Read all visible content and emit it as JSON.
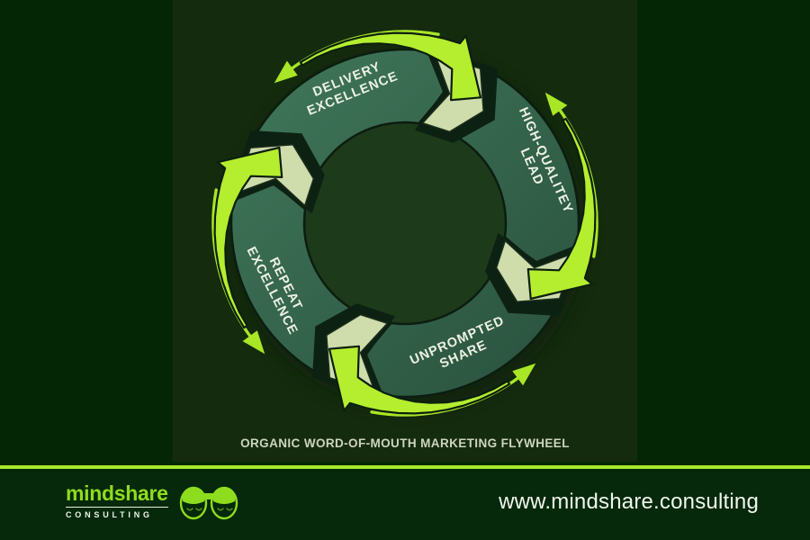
{
  "artwork": {
    "caption": "ORGANIC WORD-OF-MOUTH MARKETING FLYWHEEL",
    "segments": [
      {
        "lines": [
          "DELIVERY",
          "EXCELLENCE"
        ]
      },
      {
        "lines": [
          "HIGH-QUALITEY",
          "LEAD"
        ]
      },
      {
        "lines": [
          "UNPROMPTED",
          "SHARE"
        ]
      },
      {
        "lines": [
          "REPEAT",
          "EXCELLENCE"
        ]
      }
    ],
    "rotation_direction": "clockwise",
    "colors": {
      "background": "#042604",
      "panel_bg": "#152b0e",
      "hole": "#1d3a1a",
      "segment_light": "#41795c",
      "segment_dark": "#2a523e",
      "segment_outline": "#0c1d10",
      "chevron": "#cfdcab",
      "plate": "#0d2113",
      "lime": "#b5ee2e",
      "lime_line": "#a9e626",
      "label_color": "#edf2e3",
      "caption_color": "#ccd5bf",
      "footer_bg": "#05290a",
      "divider": "#a6e82d",
      "brand_lime": "#8edc1e",
      "white": "#f2f6ee"
    }
  },
  "footer": {
    "brand_name": "mindshare",
    "brand_subtitle": "CONSULTING",
    "brand_icon": "two-heads-sunglasses-icon",
    "website": "www.mindshare.consulting"
  }
}
